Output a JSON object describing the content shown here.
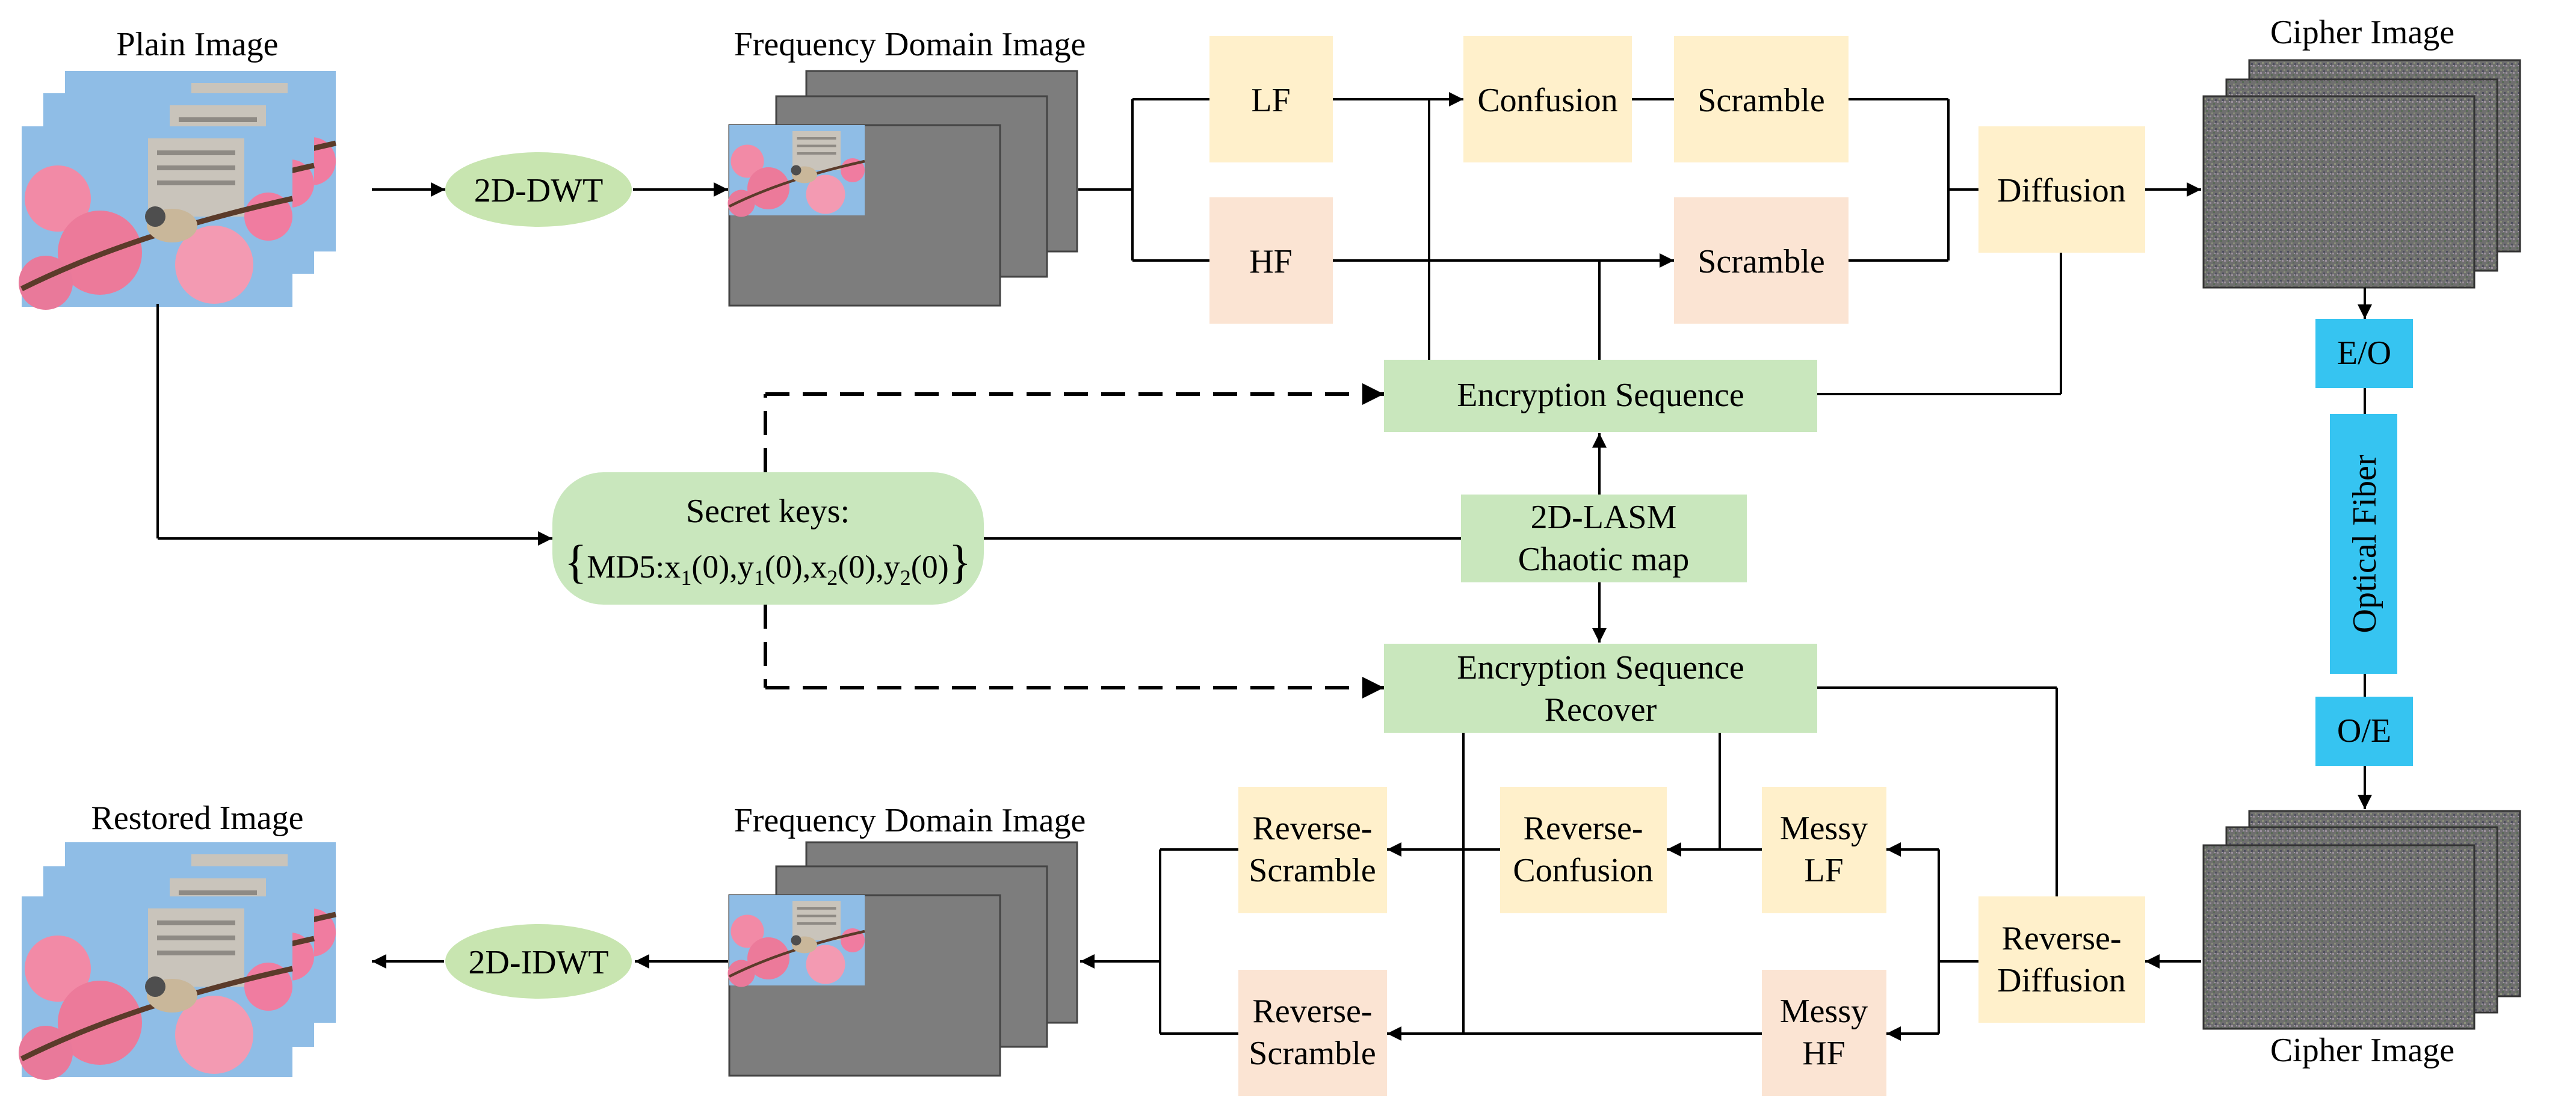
{
  "colors": {
    "box_green": "#c9e7bd",
    "box_yellow": "#fff0cb",
    "box_peach": "#fbe4d3",
    "box_blue": "#36c4f1",
    "ellipse_green": "#c8e5b0",
    "photo_sky": "#8fbde6",
    "photo_flower": "#f28aa6",
    "freq_gray": "#7a7a7a",
    "cipher_gray": "#6f6f6f"
  },
  "captions": {
    "plain_image": "Plain Image",
    "freq_domain_top": "Frequency Domain Image",
    "cipher_image_top": "Cipher Image",
    "restored_image": "Restored Image",
    "freq_domain_bottom": "Frequency Domain Image",
    "cipher_image_bottom": "Cipher Image"
  },
  "nodes": {
    "dwt": "2D-DWT",
    "idwt": "2D-IDWT",
    "lf": "LF",
    "hf": "HF",
    "confusion": "Confusion",
    "scramble_lf": "Scramble",
    "scramble_hf": "Scramble",
    "diffusion": "Diffusion",
    "encryption_sequence": "Encryption Sequence",
    "secret_keys_title": "Secret keys:",
    "lasm_line1": "2D-LASM",
    "lasm_line2": "Chaotic map",
    "recover_line1": "Encryption Sequence",
    "recover_line2": "Recover",
    "eo": "E/O",
    "optical_fiber": "Optical Fiber",
    "oe": "O/E",
    "reverse_scramble_lf_line1": "Reverse-",
    "reverse_scramble_lf_line2": "Scramble",
    "reverse_confusion_line1": "Reverse-",
    "reverse_confusion_line2": "Confusion",
    "messy_lf_line1": "Messy",
    "messy_lf_line2": "LF",
    "reverse_scramble_hf_line1": "Reverse-",
    "reverse_scramble_hf_line2": "Scramble",
    "messy_hf_line1": "Messy",
    "messy_hf_line2": "HF",
    "reverse_diffusion_line1": "Reverse-",
    "reverse_diffusion_line2": "Diffusion"
  },
  "secret_keys_formula": {
    "open_brace": "{",
    "p1": "MD5:x",
    "s1": "1",
    "p2": "(0),y",
    "s2": "1",
    "p3": "(0),x",
    "s3": "2",
    "p4": "(0),y",
    "s4": "2",
    "p5": "(0)",
    "close_brace": "}"
  }
}
